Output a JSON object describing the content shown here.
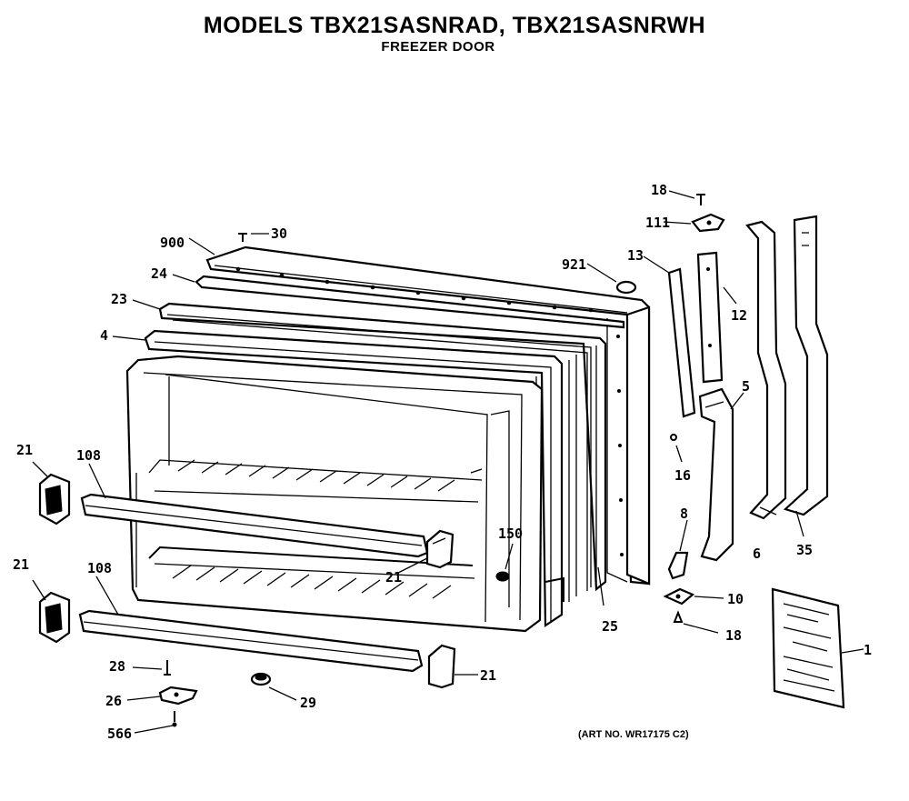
{
  "title": "MODELS TBX21SASNRAD, TBX21SASNRWH",
  "subtitle": "FREEZER DOOR",
  "art_number": "(ART NO. WR17175 C2)",
  "callouts": {
    "c900": "900",
    "c30": "30",
    "c24": "24",
    "c23": "23",
    "c4": "4",
    "c921": "921",
    "c18a": "18",
    "c111": "111",
    "c13": "13",
    "c12": "12",
    "c5": "5",
    "c16": "16",
    "c6": "6",
    "c35": "35",
    "c21a": "21",
    "c108a": "108",
    "c150": "150",
    "c21b": "21",
    "c21c": "21",
    "c108b": "108",
    "c8": "8",
    "c10": "10",
    "c18b": "18",
    "c25": "25",
    "c1": "1",
    "c28": "28",
    "c26": "26",
    "c29": "29",
    "c566": "566",
    "c21d": "21"
  }
}
